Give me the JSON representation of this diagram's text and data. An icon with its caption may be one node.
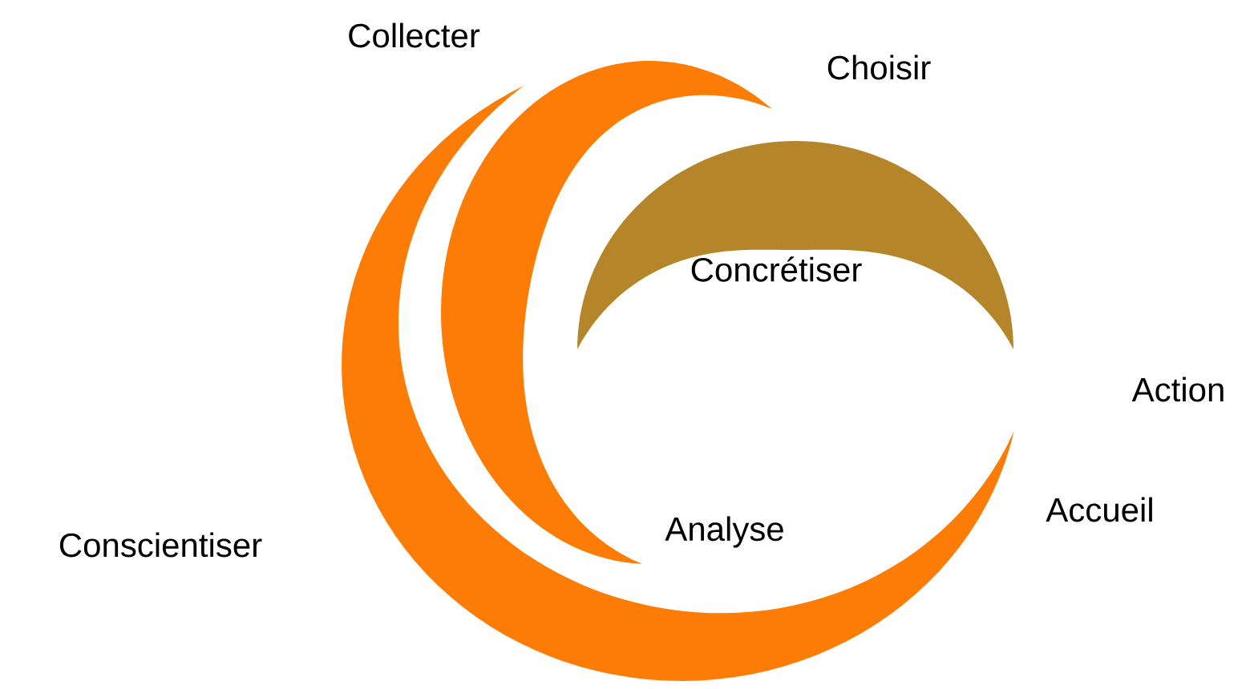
{
  "diagram": {
    "labels": [
      "Collecter",
      "Choisir",
      "Concrétiser",
      "Action",
      "Conscientiser",
      "Analyse",
      "Accueil"
    ]
  }
}
